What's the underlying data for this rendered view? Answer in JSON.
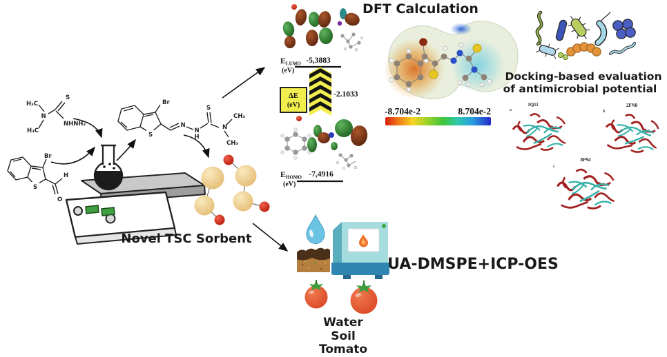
{
  "molecules": {
    "thiosemicarbazide": {
      "ch3_top": "H₃C",
      "ch3_bot": "H₃C",
      "n": "N",
      "s": "S",
      "nhnh2": "NHNH₂"
    },
    "aldehyde": {
      "br": "Br",
      "s": "S",
      "h": "H",
      "o": "O"
    },
    "product": {
      "br": "Br",
      "s_ring": "S",
      "n1": "N",
      "n2": "N",
      "h2": "H",
      "s_thio": "S",
      "n3": "N",
      "ch3_a": "CH₃",
      "ch3_b": "CH₃"
    }
  },
  "synthesis": {
    "sorbent_label": "Novel TSC Sorbent"
  },
  "dft": {
    "title": "DFT Calculation",
    "lumo": {
      "e": "E",
      "sub": "LUMO",
      "unit": "(eV)",
      "value": "-5,3883"
    },
    "homo": {
      "e": "E",
      "sub": "HOMO",
      "unit": "(eV)",
      "value": "-7,4916"
    },
    "gap": {
      "label": "ΔE",
      "unit": "(eV)",
      "value": "-2.1033"
    },
    "esp": {
      "min": "-8.704e-2",
      "max": "8.704e-2"
    }
  },
  "docking": {
    "caption1": "Docking-based evaluation",
    "caption2": "of antimicrobial potential",
    "proteins": [
      {
        "tag": "a",
        "pdb": "1Q11"
      },
      {
        "tag": "b",
        "pdb": "2FN8"
      },
      {
        "tag": "c",
        "pdb": "8P94"
      }
    ]
  },
  "application": {
    "method": "UA-DMSPE+ICP-OES",
    "samples": [
      "Water",
      "Soil",
      "Tomato"
    ]
  },
  "colors": {
    "gap_box_yellow": "#f2ee4e",
    "orbital_green": "#2a7a2a",
    "orbital_maroon": "#7a3318",
    "sorbent_tan": "#f0d49a",
    "sorbent_red": "#d92b1f",
    "furnace_teal": "#a5dce0",
    "tomato_red": "#e0512e",
    "esp_scale_left": "#d81e10",
    "esp_scale_right": "#2428c8"
  }
}
